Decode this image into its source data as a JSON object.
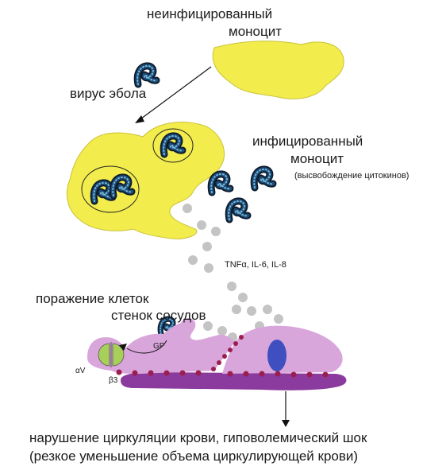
{
  "labels": {
    "uninfected_line1": "неинфицированный",
    "uninfected_line2": "моноцит",
    "virus": "вирус эбола",
    "infected_line1": "инфицированный",
    "infected_line2": "моноцит",
    "cytokine_release": "(высвобождение цитокинов)",
    "cytokines": "TNFα, IL-6, IL-8",
    "damage_line1": "поражение клеток",
    "damage_line2": "стенок сосудов",
    "gp": "GP",
    "alpha_v": "αV",
    "beta3": "β3",
    "outcome_line1": "нарушение циркуляции крови, гиповолемический шок",
    "outcome_line2": "(резкое уменьшение объема циркулирующей крови)"
  },
  "colors": {
    "monocyte": "#f2ec4d",
    "endothelial": "#d9a6dc",
    "basement": "#8b3a9e",
    "junction": "#9c1e4e",
    "nucleus": "#3f4fbf",
    "virus_body": "#1c4e7a",
    "virus_dot": "#7ab8d8",
    "cytokine": "#c4c4c4",
    "integrin": "#a8cf5a"
  }
}
